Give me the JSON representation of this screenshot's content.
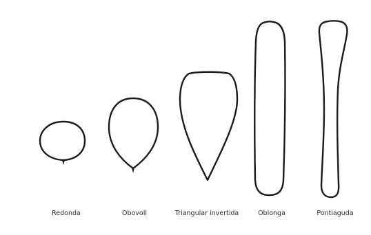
{
  "shapes": [
    {
      "id": "redonda",
      "label": "Redonda"
    },
    {
      "id": "obovoide",
      "label": "Obovoll"
    },
    {
      "id": "triangular-invertida",
      "label": "Triangular invertida"
    },
    {
      "id": "oblonga",
      "label": "Oblonga"
    },
    {
      "id": "pontiaguda",
      "label": "Pontiaguda"
    }
  ]
}
